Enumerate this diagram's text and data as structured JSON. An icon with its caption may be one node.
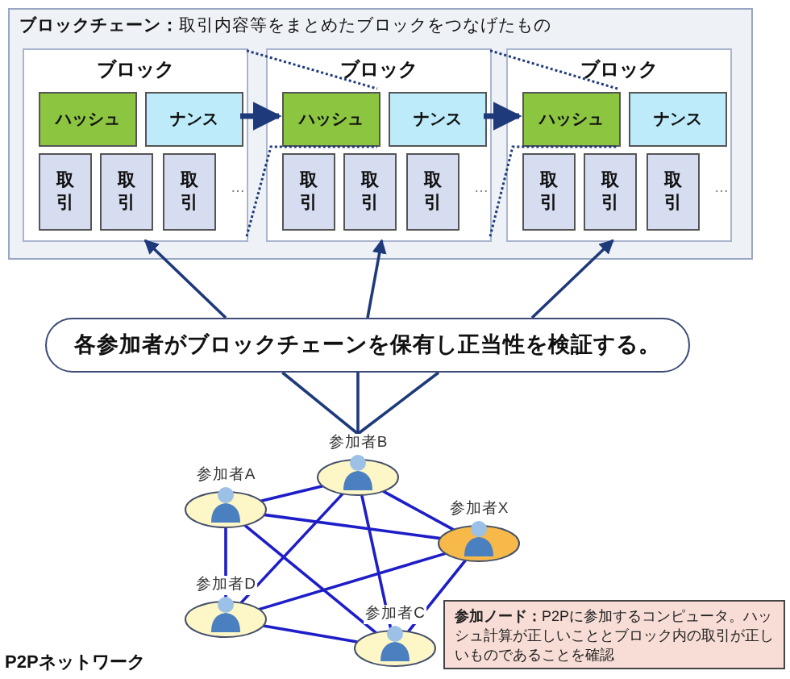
{
  "diagram": {
    "nodes": [
      {
        "text": [
          "**ブロックチェーン：**取引内容等をまとめたブロックをつなげたもの"
        ]
      },
      {
        "text": [
          "ブロック"
        ],
        "in": 0
      },
      {
        "text": [
          "ハッシュ"
        ],
        "in": 1
      },
      {
        "text": [
          "ナンス"
        ],
        "in": 1
      },
      {
        "text": [
          "取引"
        ],
        "in": 1
      },
      {
        "text": [
          "取引"
        ],
        "in": 1
      },
      {
        "text": [
          "取引"
        ],
        "in": 1
      },
      {
        "text": [
          "ブロック"
        ],
        "in": 0
      },
      {
        "text": [
          "ハッシュ"
        ],
        "in": 7
      },
      {
        "text": [
          "ナンス"
        ],
        "in": 7
      },
      {
        "text": [
          "取引"
        ],
        "in": 7
      },
      {
        "text": [
          "取引"
        ],
        "in": 7
      },
      {
        "text": [
          "取引"
        ],
        "in": 7
      },
      {
        "text": [
          "ブロック"
        ],
        "in": 0
      },
      {
        "text": [
          "ハッシュ"
        ],
        "in": 13
      },
      {
        "text": [
          "ナンス"
        ],
        "in": 13
      },
      {
        "text": [
          "取引"
        ],
        "in": 13
      },
      {
        "text": [
          "取引"
        ],
        "in": 13
      },
      {
        "text": [
          "取引"
        ],
        "in": 13
      },
      {
        "text": [
          "各参加者がブロックチェーンを保有し正当性を検証する。"
        ]
      },
      {
        "text": [
          "参加者A"
        ]
      },
      {
        "text": [
          "参加者B"
        ]
      },
      {
        "text": [
          "参加者X"
        ]
      },
      {
        "text": [
          "参加者D"
        ]
      },
      {
        "text": [
          "参加者C"
        ]
      },
      {
        "text": [
          "**参加ノード：**P2Pに参加するコンピュータ。ハッシュ計算が正しいこととブロック内の取引が正しいものであることを確認"
        ]
      }
    ],
    "edges": [
      {
        "from": 3,
        "to": 8,
        "arrow": "to",
        "style": "thick",
        "color": "#1f3a7a"
      },
      {
        "from": 9,
        "to": 14,
        "arrow": "to",
        "style": "thick",
        "color": "#1f3a7a"
      },
      {
        "from": 19,
        "to": 1,
        "arrow": "to",
        "color": "#1f3a7a"
      },
      {
        "from": 19,
        "to": 7,
        "arrow": "to",
        "color": "#1f3a7a"
      },
      {
        "from": 19,
        "to": 13,
        "arrow": "to",
        "color": "#1f3a7a"
      },
      {
        "from": 21,
        "to": 19,
        "arrow": "none",
        "color": "#1f3a7a"
      },
      {
        "from": 21,
        "to": 19,
        "arrow": "none",
        "color": "#1f3a7a"
      },
      {
        "from": 21,
        "to": 19,
        "arrow": "none",
        "color": "#1f3a7a"
      },
      {
        "from": 20,
        "to": 21,
        "arrow": "none"
      },
      {
        "from": 20,
        "to": 22,
        "arrow": "none"
      },
      {
        "from": 20,
        "to": 23,
        "arrow": "none"
      },
      {
        "from": 20,
        "to": 24,
        "arrow": "none"
      },
      {
        "from": 21,
        "to": 23,
        "arrow": "none"
      },
      {
        "from": 21,
        "to": 22,
        "arrow": "none"
      },
      {
        "from": 21,
        "to": 24,
        "arrow": "none"
      },
      {
        "from": 22,
        "to": 23,
        "arrow": "none"
      },
      {
        "from": 22,
        "to": 24,
        "arrow": "none"
      },
      {
        "from": 23,
        "to": 24,
        "arrow": "none"
      },
      {
        "from": 1,
        "to": 8,
        "arrow": "none",
        "style": "dashed",
        "color": "#1f3a7a"
      },
      {
        "from": 1,
        "to": 8,
        "arrow": "none",
        "style": "dashed",
        "color": "#1f3a7a"
      },
      {
        "from": 7,
        "to": 14,
        "arrow": "none",
        "style": "dashed",
        "color": "#1f3a7a"
      },
      {
        "from": 7,
        "to": 14,
        "arrow": "none",
        "style": "dashed",
        "color": "#1f3a7a"
      }
    ],
    "labels": [
      "…",
      "…",
      "…",
      "P2Pネットワーク"
    ]
  }
}
